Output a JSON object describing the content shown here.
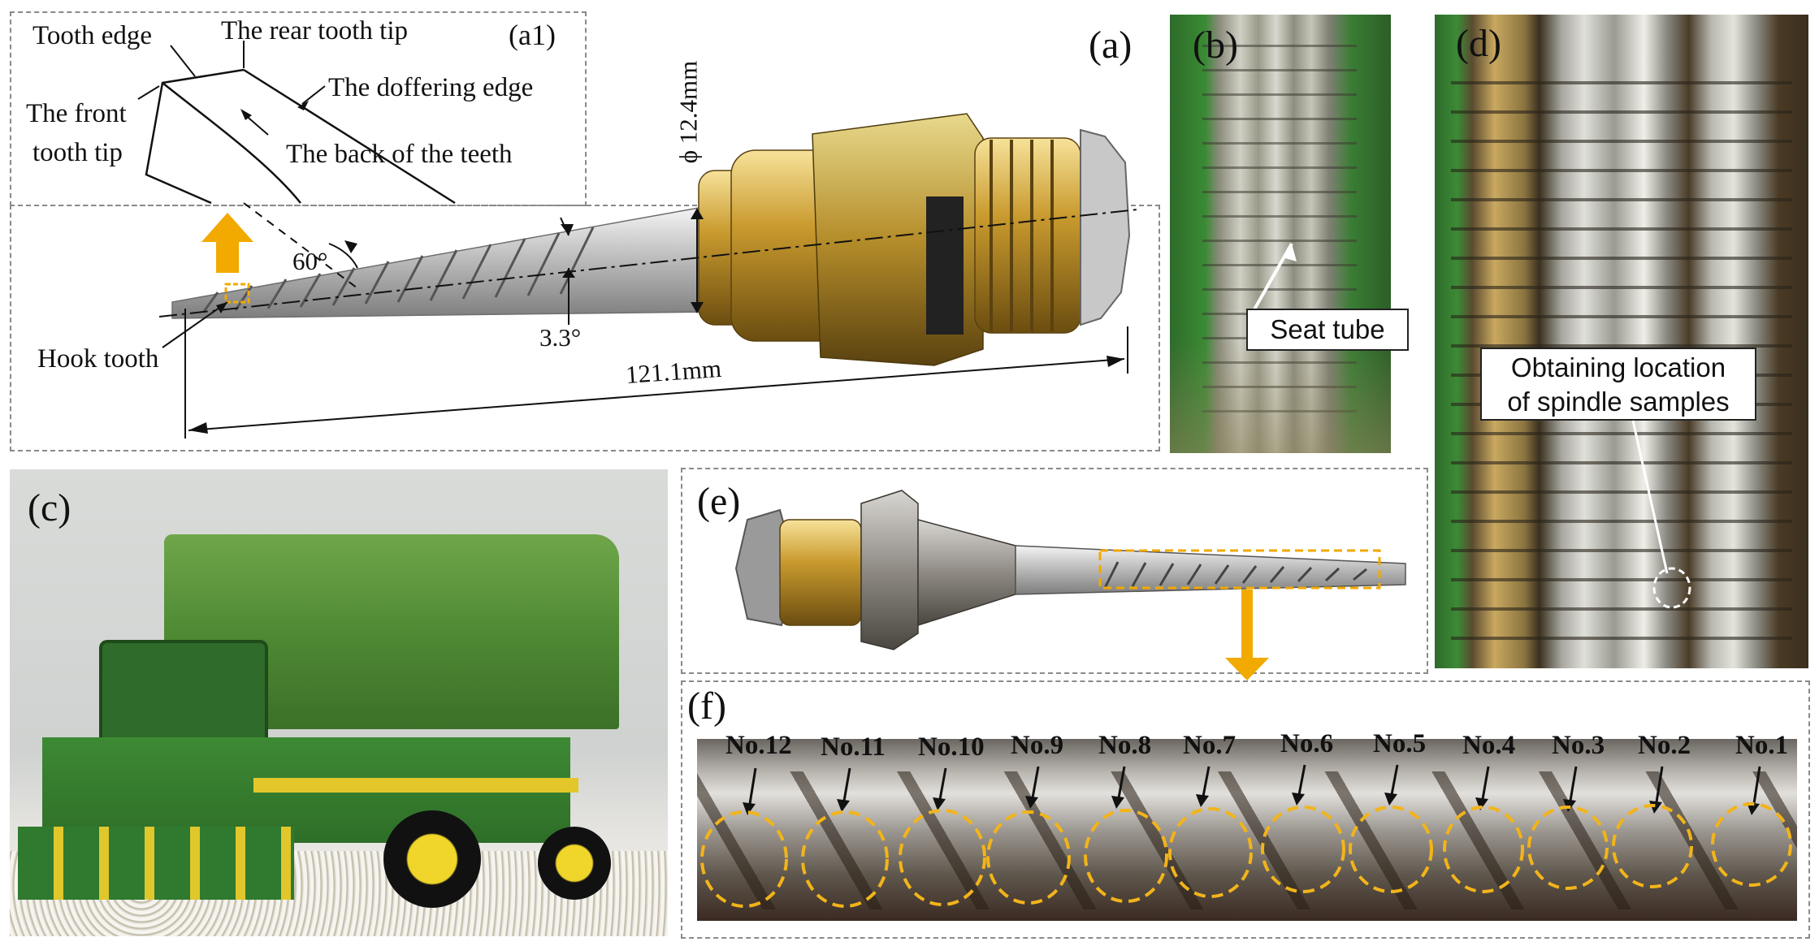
{
  "panels": {
    "a": "(a)",
    "a1": "(a1)",
    "b": "(b)",
    "c": "(c)",
    "d": "(d)",
    "e": "(e)",
    "f": "(f)"
  },
  "spindle_labels": {
    "tooth_edge": "Tooth edge",
    "rear_tooth_tip": "The rear tooth tip",
    "doffering_edge": "The doffering edge",
    "front_tooth_tip_line1": "The front",
    "front_tooth_tip_line2": "tooth tip",
    "back_of_teeth": "The back of the teeth",
    "hook_tooth": "Hook tooth",
    "angle_60": "60°",
    "angle_3_3": "3.3°",
    "diameter": "ϕ 12.4mm",
    "length": "121.1mm"
  },
  "callouts": {
    "seat_tube": "Seat tube",
    "obtaining_line1": "Obtaining location",
    "obtaining_line2": "of spindle samples"
  },
  "teeth_numbers": [
    "No.12",
    "No.11",
    "No.10",
    "No.9",
    "No.8",
    "No.7",
    "No.6",
    "No.5",
    "No.4",
    "No.3",
    "No.2",
    "No.1"
  ],
  "colors": {
    "accent_arrow": "#f2a900",
    "dash_border": "#8a8a8a",
    "tooth_circle": "#f2b41a"
  }
}
